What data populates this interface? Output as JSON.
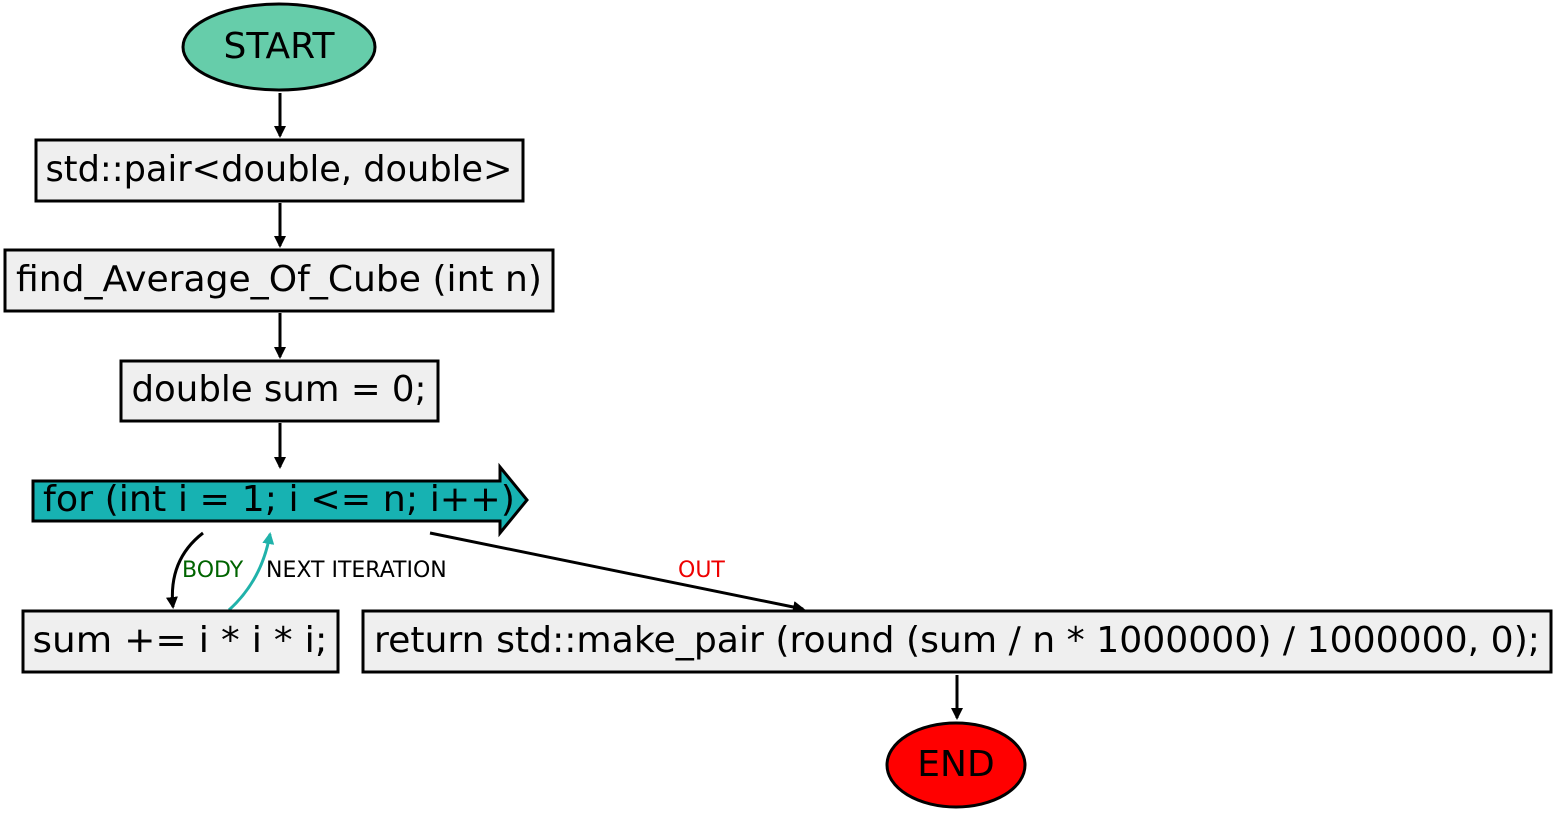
{
  "nodes": {
    "start": {
      "label": "START",
      "color": "#66cdaa"
    },
    "signature_type": {
      "label": "std::pair<double, double>"
    },
    "function_name": {
      "label": "find_Average_Of_Cube (int n)"
    },
    "init_sum": {
      "label": "double sum = 0;"
    },
    "for_loop": {
      "label": "for (int i = 1; i <= n; i++)",
      "color": "#17b2b2"
    },
    "loop_body": {
      "label": "sum += i * i * i;"
    },
    "return_stmt": {
      "label": "return std::make_pair (round (sum / n * 1000000) / 1000000, 0);"
    },
    "end": {
      "label": "END",
      "color": "#ff0000"
    }
  },
  "edges": {
    "body": {
      "label": "BODY",
      "color": "#006400"
    },
    "next_iteration": {
      "label": "NEXT ITERATION",
      "color": "#000000",
      "arrow_color": "#20b2aa"
    },
    "out": {
      "label": "OUT",
      "color": "#ee0000"
    }
  },
  "box_fill": "#efefef",
  "stroke_color": "#000000"
}
